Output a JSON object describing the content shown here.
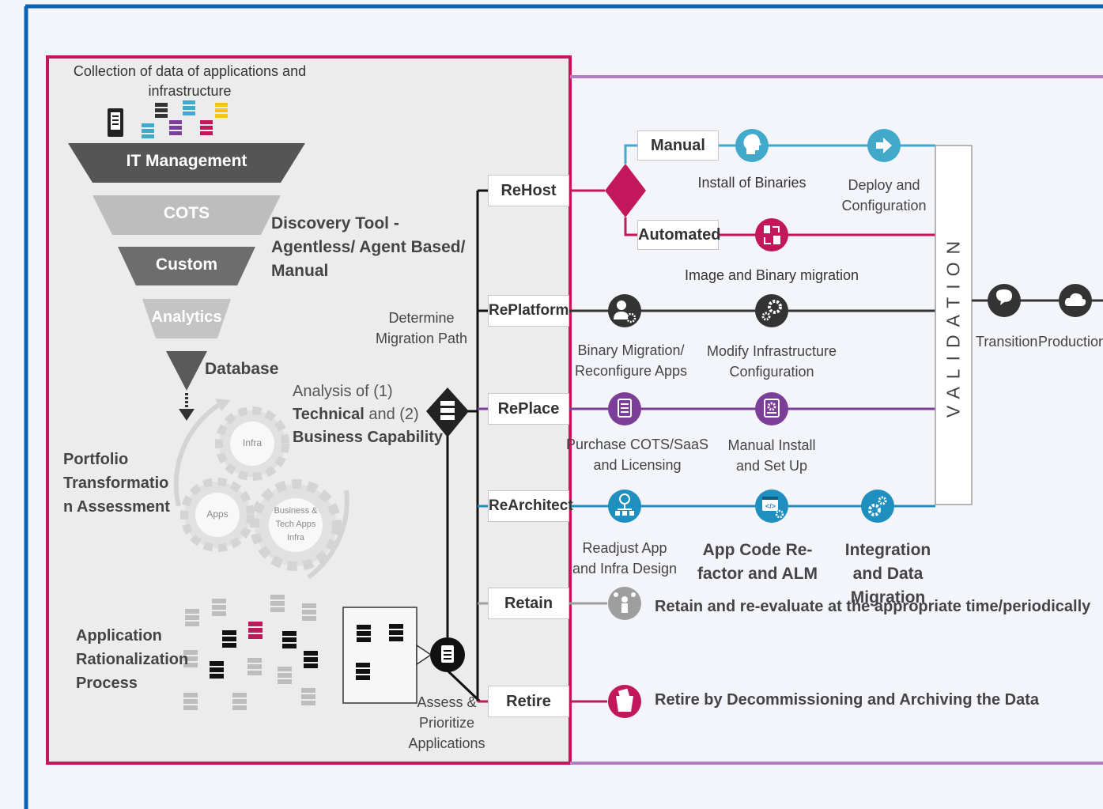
{
  "colors": {
    "frame_blue": "#0b63b6",
    "magenta": "#c2185b",
    "purple": "#7b3f98",
    "teal": "#41a9c9",
    "blue": "#1f8fc0",
    "dark": "#333333",
    "grey": "#9e9e9e",
    "lavender": "#b07ec1"
  },
  "left": {
    "collection_label": "Collection of data of applications and infrastructure",
    "funnel": [
      "IT Management",
      "COTS",
      "Custom",
      "Analytics"
    ],
    "database_label": "Database",
    "discovery_label": [
      "Discovery Tool -",
      "Agentless/ Agent Based/",
      "Manual"
    ],
    "analysis_label": {
      "line1": "Analysis of (1)",
      "line2_bold": "Technical",
      "line2_rest": " and (2)",
      "line3": "Business Capability"
    },
    "gears": [
      "Infra",
      "Apps",
      "Business & Tech Apps Infra"
    ],
    "portfolio_label": [
      "Portfolio",
      "Transformatio",
      "n Assessment"
    ],
    "rationalization_label": [
      "Application",
      "Rationalization",
      "Process"
    ],
    "determine_label": [
      "Determine",
      "Migration Path"
    ],
    "assess_label": [
      "Assess &",
      "Prioritize",
      "Applications"
    ]
  },
  "paths": {
    "rehost": "ReHost",
    "replatform": "RePlatform",
    "replace": "RePlace",
    "rearchitect": "ReArchitect",
    "retain": "Retain",
    "retire": "Retire"
  },
  "rehost_branches": {
    "manual": "Manual",
    "automated": "Automated"
  },
  "steps": {
    "install_binaries": "Install of Binaries",
    "deploy_config": [
      "Deploy and",
      "Configuration"
    ],
    "image_binary": "Image and Binary migration",
    "binary_migration": [
      "Binary Migration/",
      "Reconfigure Apps"
    ],
    "modify_infra": [
      "Modify Infrastructure",
      "Configuration"
    ],
    "purchase_cots": [
      "Purchase COTS/SaaS",
      "and Licensing"
    ],
    "manual_install": [
      "Manual Install",
      "and Set Up"
    ],
    "readjust": [
      "Readjust App",
      "and Infra Design"
    ],
    "app_code": [
      "App Code Re-",
      "factor and ALM"
    ],
    "integration": [
      "Integration",
      "and Data Migration"
    ],
    "retain_text": "Retain and re-evaluate at the appropriate time/periodically",
    "retire_text": "Retire by Decommissioning and Archiving the Data"
  },
  "validation": "VALIDATION",
  "transition": "Transition",
  "production": "Production",
  "icons": [
    "document-icon",
    "server-stack-icon",
    "funnel-icon",
    "gear-icon",
    "head-icon",
    "deploy-arrow-icon",
    "migration-icon",
    "user-gear-icon",
    "gears-icon",
    "document-list-icon",
    "settings-doc-icon",
    "network-icon",
    "code-window-icon",
    "integration-gears-icon",
    "person-ideas-icon",
    "archive-box-icon",
    "chat-icon",
    "cloud-icon",
    "database-diamond-icon",
    "report-icon"
  ]
}
